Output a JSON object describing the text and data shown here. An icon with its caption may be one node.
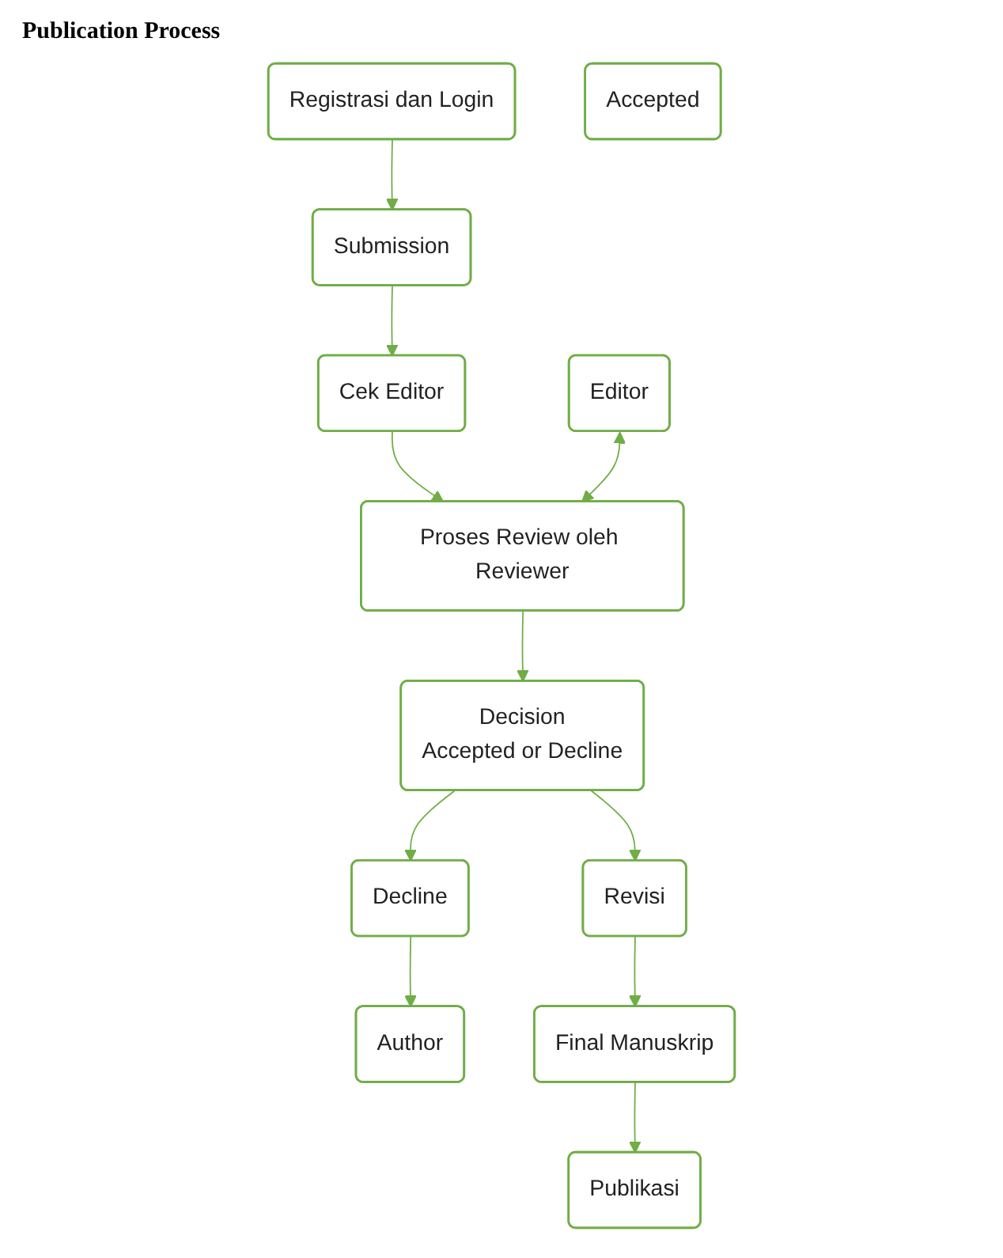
{
  "diagram": {
    "title": "Publication Process",
    "nodes": [
      {
        "text": [
          "Registrasi dan Login"
        ]
      },
      {
        "text": [
          "Submission"
        ]
      },
      {
        "text": [
          "Cek Editor"
        ]
      },
      {
        "text": [
          "Editor"
        ]
      },
      {
        "text": [
          "Proses Review oleh Reviewer"
        ]
      },
      {
        "text": [
          "Author"
        ]
      },
      {
        "text": [
          "Decision",
          "Accepted or Decline"
        ]
      },
      {
        "text": [
          "Decline"
        ]
      },
      {
        "text": [
          "Accepted"
        ]
      },
      {
        "text": [
          "Revisi"
        ]
      },
      {
        "text": [
          "Final Manuskrip"
        ]
      },
      {
        "text": [
          "Publikasi"
        ]
      }
    ],
    "edges": [
      {
        "from": 0,
        "to": 1,
        "arrow": "to"
      },
      {
        "from": 1,
        "to": 2,
        "arrow": "to"
      },
      {
        "from": 2,
        "to": 4,
        "arrow": "to"
      },
      {
        "from": 3,
        "to": 4,
        "arrow": "both"
      },
      {
        "from": 4,
        "to": 6,
        "arrow": "to"
      },
      {
        "from": 6,
        "to": 7,
        "arrow": "to"
      },
      {
        "from": 7,
        "to": 5,
        "arrow": "to"
      },
      {
        "from": 6,
        "to": 9,
        "arrow": "to"
      },
      {
        "from": 9,
        "to": 10,
        "arrow": "to"
      },
      {
        "from": 10,
        "to": 11,
        "arrow": "to"
      }
    ]
  }
}
